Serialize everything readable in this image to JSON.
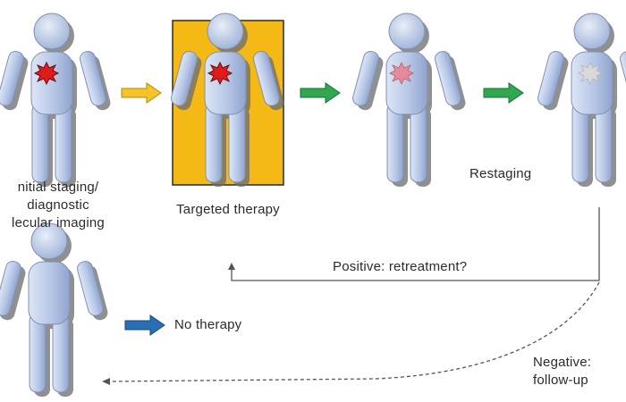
{
  "diagram": {
    "stages": {
      "initial_staging": [
        "nitial staging/",
        "diagnostic",
        "lecular imaging"
      ],
      "targeted_therapy": "Targeted therapy",
      "restaging": "Restaging",
      "no_therapy": "No therapy"
    },
    "outcomes": {
      "positive": "Positive: retreatment?",
      "negative": [
        "Negative:",
        "follow-up"
      ]
    },
    "colors": {
      "figure_fill": "#b8c8e6",
      "figure_edge": "#7f8fb1",
      "shadow": "#6b6b6b",
      "highlight_box": "#f5b915",
      "arrow_yellow": "#f4c428",
      "arrow_green": "#2fa84f",
      "arrow_blue": "#2a6fb3",
      "tumor_active": "#e01b1b",
      "tumor_fading": "#e58a9a",
      "tumor_residual": "#d9d9d9",
      "feedback_line": "#555555"
    },
    "icons": {
      "figure": "human-figure-icon",
      "tumor": "tumor-burst-icon",
      "arrow": "right-arrow-icon"
    }
  }
}
